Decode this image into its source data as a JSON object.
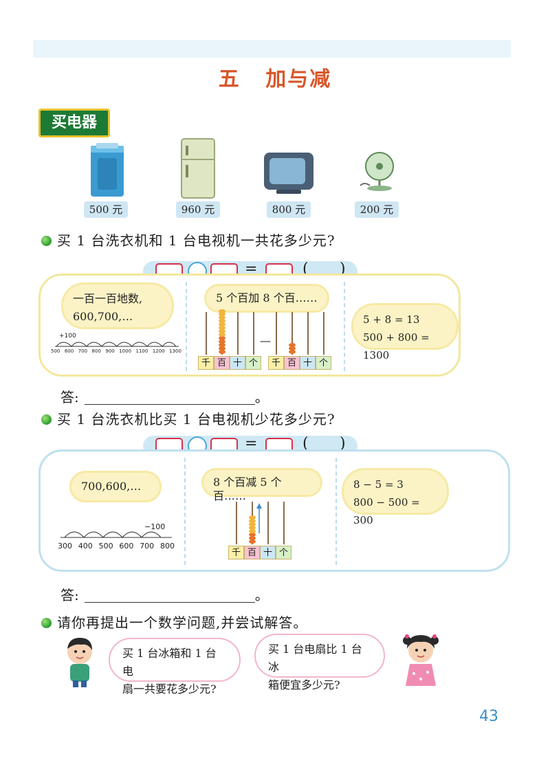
{
  "title": {
    "num": "五",
    "text": "加与减"
  },
  "section": "买电器",
  "appliances": [
    {
      "icon": "washing-machine-icon",
      "price": "500 元"
    },
    {
      "icon": "refrigerator-icon",
      "price": "960 元"
    },
    {
      "icon": "television-icon",
      "price": "800 元"
    },
    {
      "icon": "fan-icon",
      "price": "200 元"
    }
  ],
  "q1": {
    "question": "买 1 台洗衣机和 1 台电视机一共花多少元?",
    "eq_equals": "=",
    "eq_paren_open": "(",
    "eq_paren_close": ")",
    "cloud_left_1": "一百一百地数,",
    "cloud_left_2": "600,700,…",
    "numberline_step": "+100",
    "numberline_ticks": [
      "500",
      "600",
      "700",
      "800",
      "900",
      "1000",
      "1100",
      "1200",
      "1300"
    ],
    "cloud_mid": "5 个百加 8 个百……",
    "abacus_places": [
      "千",
      "百",
      "十",
      "个"
    ],
    "abacus_minus": "—",
    "cloud_right_1": "5 + 8 = 13",
    "cloud_right_2": "500 + 800 = 1300",
    "answer_label": "答:",
    "answer_end": "。"
  },
  "q2": {
    "question": "买 1 台洗衣机比买 1 台电视机少花多少元?",
    "eq_equals": "=",
    "eq_paren_open": "(",
    "eq_paren_close": ")",
    "cloud_left": "700,600,…",
    "numberline_step": "−100",
    "numberline_ticks": [
      "300",
      "400",
      "500",
      "600",
      "700",
      "800"
    ],
    "cloud_mid": "8 个百减 5 个百……",
    "abacus_places": [
      "千",
      "百",
      "十",
      "个"
    ],
    "cloud_right_1": "8 − 5 = 3",
    "cloud_right_2": "800 − 500 = 300",
    "answer_label": "答:",
    "answer_end": "。"
  },
  "q3": {
    "question": "请你再提出一个数学问题,并尝试解答。",
    "boy_speech_1": "买 1 台冰箱和 1 台电",
    "boy_speech_2": "扇一共要花多少元?",
    "girl_speech_1": "买 1 台电扇比 1 台冰",
    "girl_speech_2": "箱便宜多少元?"
  },
  "page_number": "43"
}
